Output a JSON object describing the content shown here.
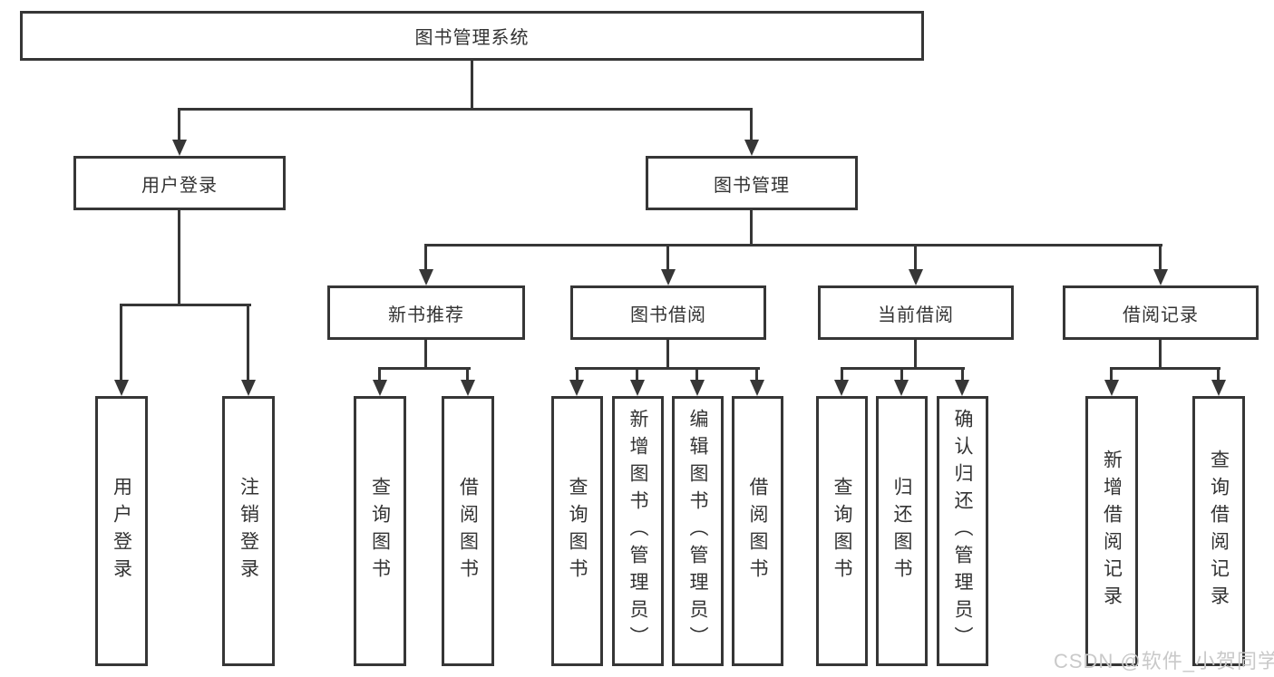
{
  "watermark": "CSDN @软件_小贺同学",
  "colors": {
    "line": "#363636",
    "text": "#333333",
    "box_bg": "#ffffff",
    "watermark": "#c9c9c9"
  },
  "tree": {
    "label": "图书管理系统",
    "children": [
      {
        "label": "用户登录",
        "children": [
          {
            "label": "用户登录"
          },
          {
            "label": "注销登录"
          }
        ]
      },
      {
        "label": "图书管理",
        "children": [
          {
            "label": "新书推荐",
            "children": [
              {
                "label": "查询图书"
              },
              {
                "label": "借阅图书"
              }
            ]
          },
          {
            "label": "图书借阅",
            "children": [
              {
                "label": "查询图书"
              },
              {
                "label": "新增图书（管理员）"
              },
              {
                "label": "编辑图书（管理员）"
              },
              {
                "label": "借阅图书"
              }
            ]
          },
          {
            "label": "当前借阅",
            "children": [
              {
                "label": "查询图书"
              },
              {
                "label": "归还图书"
              },
              {
                "label": "确认归还（管理员）"
              }
            ]
          },
          {
            "label": "借阅记录",
            "children": [
              {
                "label": "新增借阅记录"
              },
              {
                "label": "查询借阅记录"
              }
            ]
          }
        ]
      }
    ]
  }
}
